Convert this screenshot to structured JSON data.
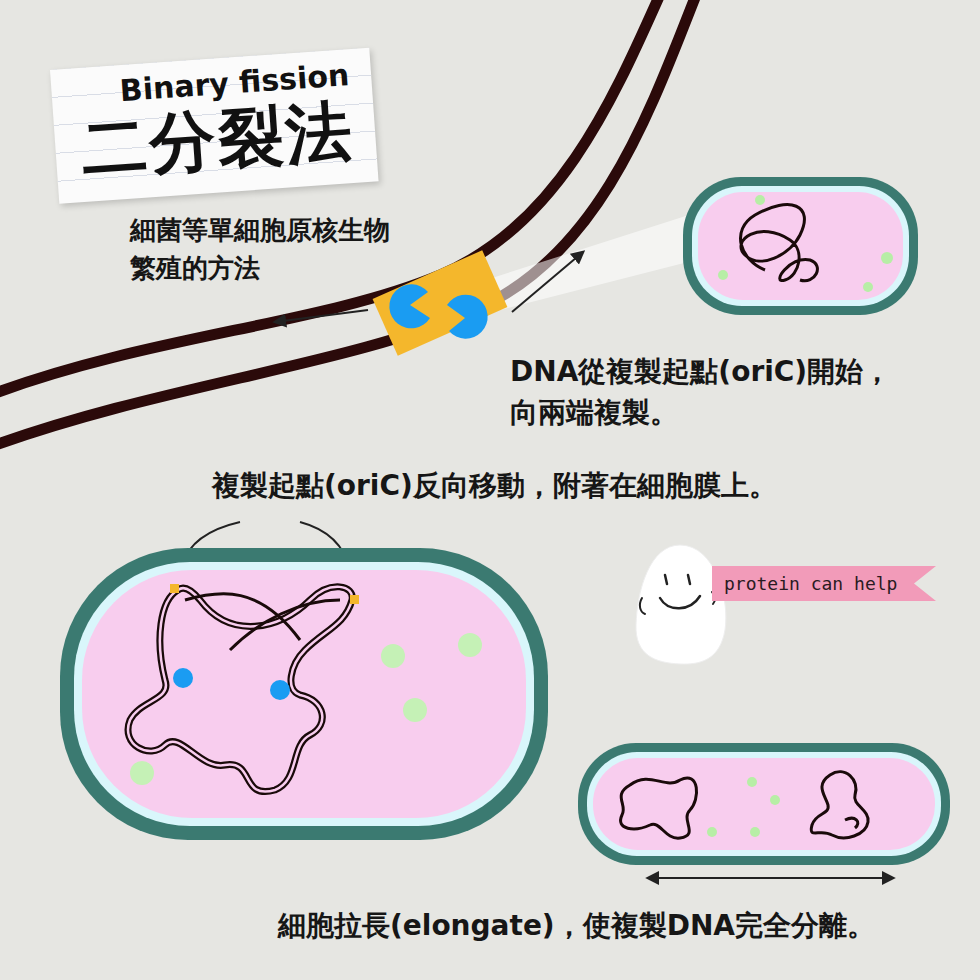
{
  "diagram": {
    "nodes": [
      {
        "text": [
          "Binary fission",
          "二分裂法"
        ]
      },
      {
        "text": [
          "protein can help"
        ]
      }
    ],
    "labels": [
      "細菌等單細胞原核生物 繁殖的方法",
      "DNA從複製起點(oriC)開始， 向兩端複製。",
      "複製起點(oriC)反向移動，附著在細胞膜上。",
      "細胞拉長(elongate)，使複製DNA完全分離。"
    ]
  }
}
